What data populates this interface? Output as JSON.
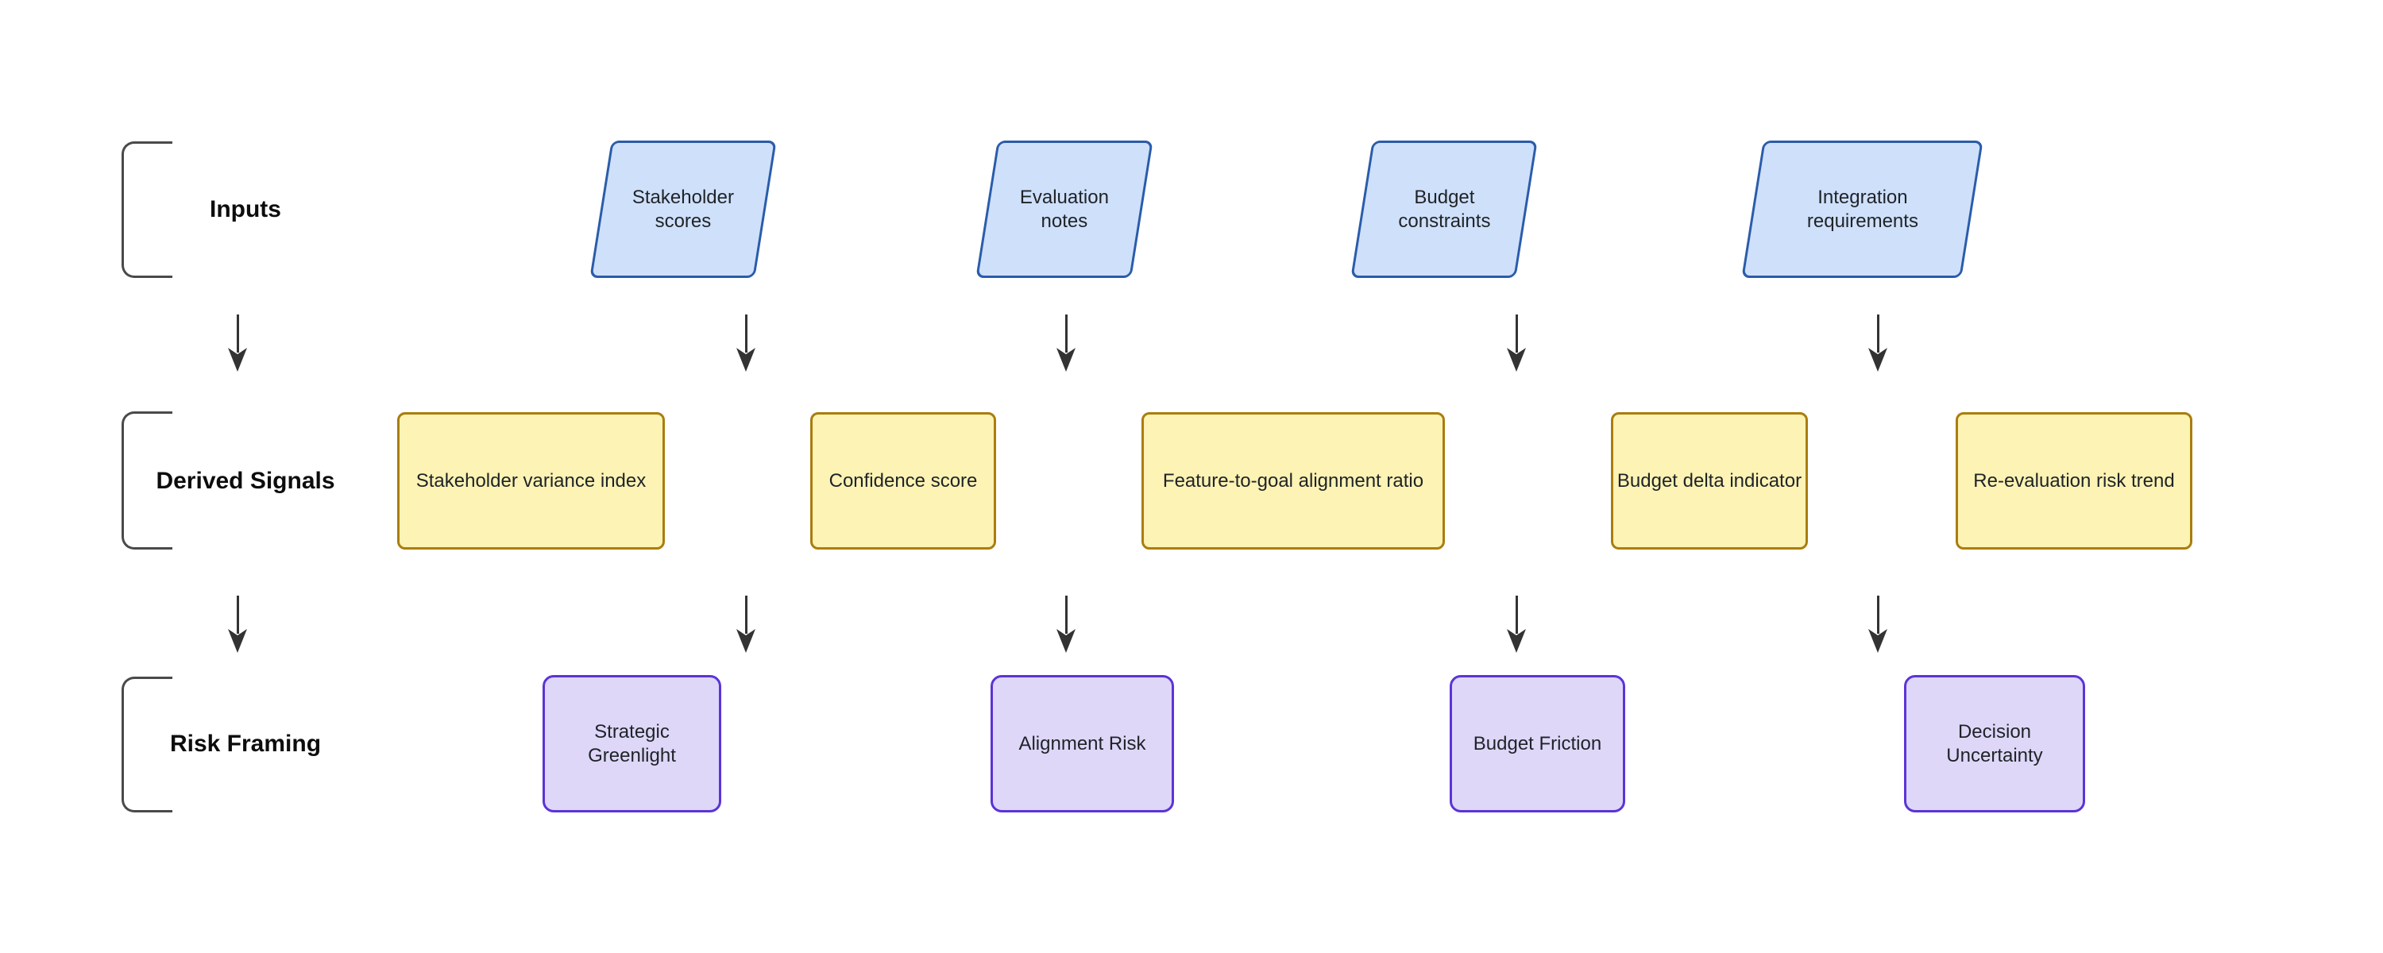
{
  "rows": [
    {
      "label": "Inputs",
      "shape": "parallelogram",
      "fill": "#CFE0FA",
      "border": "#2A5CAB",
      "nodes": [
        {
          "label": "Stakeholder scores"
        },
        {
          "label": "Evaluation notes"
        },
        {
          "label": "Budget constraints"
        },
        {
          "label": "Integration requirements"
        }
      ]
    },
    {
      "label": "Derived Signals",
      "shape": "rounded-rect",
      "fill": "#FCF3B4",
      "border": "#AA7D0F",
      "nodes": [
        {
          "label": "Stakeholder variance index"
        },
        {
          "label": "Confidence score"
        },
        {
          "label": "Feature-to-goal alignment ratio"
        },
        {
          "label": "Budget delta indicator"
        },
        {
          "label": "Re-evaluation risk trend"
        }
      ]
    },
    {
      "label": "Risk Framing",
      "shape": "rounded-rect",
      "fill": "#DED7F8",
      "border": "#5B34D6",
      "nodes": [
        {
          "label": "Strategic Greenlight"
        },
        {
          "label": "Alignment Risk"
        },
        {
          "label": "Budget Friction"
        },
        {
          "label": "Decision Uncertainty"
        }
      ]
    }
  ],
  "connectors": {
    "arrow_color": "#333333",
    "bracket_color": "#4A4A4A",
    "gap_inputs_to_derived_arrow_count": 5,
    "gap_derived_to_risk_arrow_count": 5
  }
}
